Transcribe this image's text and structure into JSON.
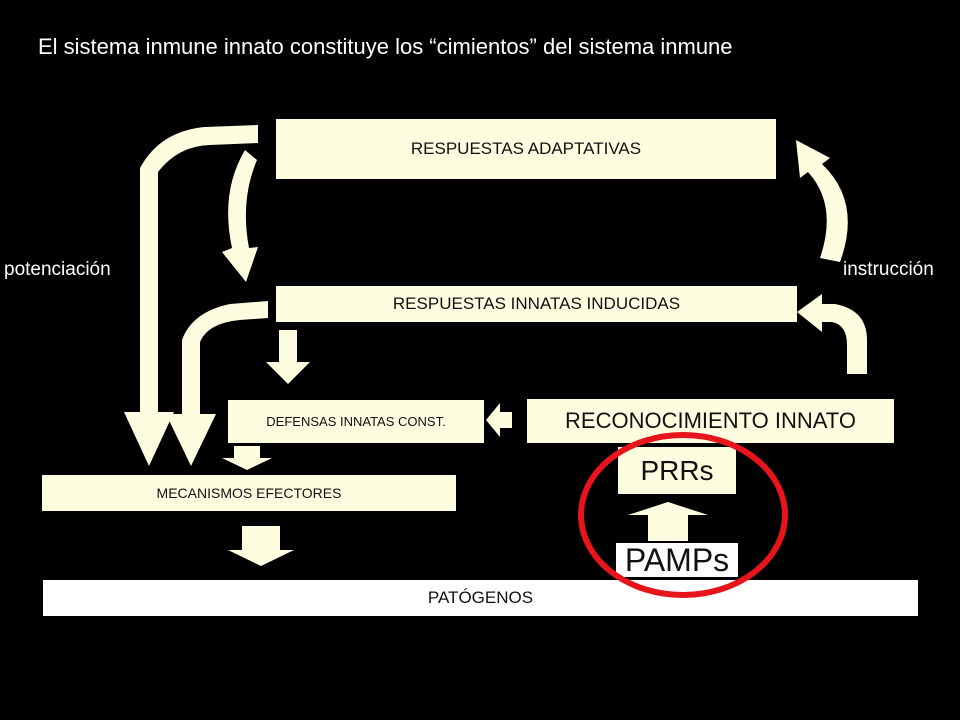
{
  "title": "El sistema inmune innato constituye los “cimientos” del sistema inmune",
  "labels": {
    "left": "potenciación",
    "right": "instrucción"
  },
  "boxes": {
    "adaptive": "RESPUESTAS ADAPTATIVAS",
    "induced": "RESPUESTAS INNATAS INDUCIDAS",
    "constitutive": "DEFENSAS INNATAS CONST.",
    "recognition": "RECONOCIMIENTO INNATO",
    "prrs": "PRRs",
    "pamps": "PAMPs",
    "effectors": "MECANISMOS EFECTORES",
    "pathogens": "PATÓGENOS"
  },
  "colors": {
    "background": "#000000",
    "box_fill": "#fffde0",
    "box_white": "#ffffff",
    "arrow": "#fffde0",
    "highlight": "#e8141c"
  }
}
